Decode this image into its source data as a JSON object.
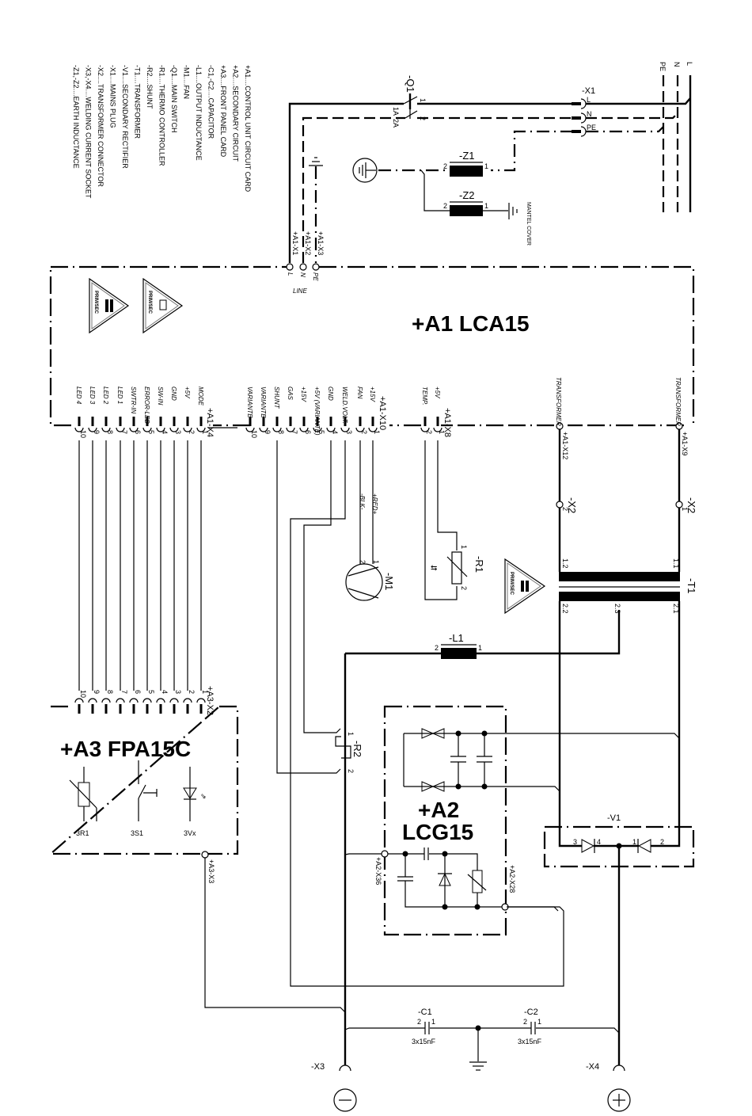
{
  "legend": [
    "+A1....CONTROL UNIT CIRCUIT CARD",
    "+A2....SECONDARY CIRCUIT",
    "+A3....FRONT PANEL CARD",
    "-C1,-C2....CAPACITOR",
    "-L1....OUTPUT INDUCTANCE",
    "-M1....FAN",
    "-Q1....MAIN SWITCH",
    "-R1....THERMO CONTROLLER",
    "-R2....SHUNT",
    "-T1....TRANSFORMER",
    "-V1....SECONDARY RECTIFIER",
    "-X1....MAINS PLUG",
    "-X2....TRANSFORMER CONNECTOR",
    "-X3,-X4....WELDING CURRENT SOCKET",
    "-Z1,-Z2....EARTH INDUCTANCE"
  ],
  "mains": {
    "bus_labels": [
      "PE",
      "N",
      "L"
    ],
    "plug_label": "-X1",
    "plug_pins": [
      "L",
      "N",
      "PE"
    ],
    "switch_label": "-Q1",
    "switch_pins": [
      "1A",
      "2A",
      "1",
      "2"
    ],
    "z1_label": "-Z1",
    "z2_label": "-Z2",
    "z_pins": [
      "2",
      "1"
    ],
    "mantel_label": "MANTEL COVER",
    "line_label": "LINE",
    "line_pins": [
      "L",
      "N",
      "PE"
    ],
    "line_conn": [
      "+A1-X1",
      "+A1-X2",
      "+A1-X3"
    ]
  },
  "a1": {
    "title": "+A1   LCA15",
    "warning_text": "PRIM/SEC",
    "x4_label": "+A1-X4",
    "x4_signals": [
      "LED 4",
      "LED 3",
      "LED 2",
      "LED 1",
      "SWTR-IN",
      "ERROR-LED",
      "SW-IN",
      "GND",
      "+5V",
      "MODE"
    ],
    "x4_pins": [
      "10",
      "9",
      "8",
      "7",
      "6",
      "5",
      "4",
      "3",
      "2",
      "1"
    ],
    "x10_label": "+A1-X10",
    "x10_signals": [
      "VARIANTE",
      "VARIANTE",
      "SHUNT",
      "GAS",
      "+15V",
      "+5V (VARIANTE)",
      "GND",
      "WELD.VOLT.",
      "FAN",
      "+15V"
    ],
    "x10_pins": [
      "10",
      "9",
      "8",
      "7",
      "6",
      "5",
      "4",
      "3",
      "2",
      "1"
    ],
    "x8_label": "+A1-X8",
    "x8_signals": [
      "TEMP.",
      "+5V"
    ],
    "x8_pins": [
      "2",
      "1"
    ],
    "x12_label": "+A1-X12",
    "x9_label": "+A1-X9",
    "transformer_label": "TRANSFORMER"
  },
  "fan": {
    "label": "-M1",
    "wire_neg": "-BLK-",
    "wire_pos": "+RED+",
    "pins": [
      "2",
      "1"
    ]
  },
  "thermo": {
    "label": "-R1",
    "pins": [
      "1",
      "2"
    ]
  },
  "x2_conn": {
    "label": "-X2",
    "pins": [
      "2",
      "1"
    ]
  },
  "transformer": {
    "label": "-T1",
    "warning_text": "PRIM/SEC",
    "taps": [
      "1.2",
      "1.1",
      "2.2",
      "2.3",
      "2.1"
    ]
  },
  "inductance": {
    "label": "-L1",
    "pins": [
      "2",
      "1"
    ]
  },
  "shunt": {
    "label": "-R2",
    "pins": [
      "1",
      "2"
    ]
  },
  "a2": {
    "title_line1": "+A2",
    "title_line2": "LCG15",
    "x36_label": "+A2-X36",
    "x28_label": "+A2-X28"
  },
  "rectifier": {
    "label": "-V1",
    "pins": [
      "3",
      "4",
      "1",
      "2"
    ]
  },
  "a3": {
    "title": "+A3   FPA15C",
    "x2_label": "+A3-X2",
    "x2_pins": [
      "10",
      "9",
      "8",
      "7",
      "6",
      "5",
      "4",
      "3",
      "2",
      "1"
    ],
    "x3_label": "+A3-X3",
    "components": [
      "3R1",
      "3S1",
      "3Vx"
    ]
  },
  "output": {
    "c1_label": "-C1",
    "c2_label": "-C2",
    "cap_pins": [
      "2",
      "1"
    ],
    "cap_value": "3x15nF",
    "x3_label": "-X3",
    "x4_label": "-X4",
    "neg_symbol": "−",
    "pos_symbol": "+"
  }
}
